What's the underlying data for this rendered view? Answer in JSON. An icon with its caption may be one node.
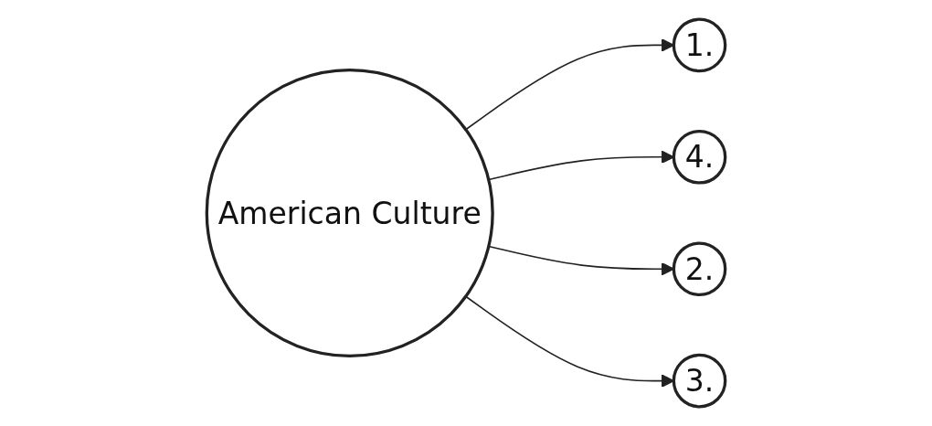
{
  "diagram": {
    "nodes": [
      {
        "text": [
          "1."
        ]
      },
      {
        "text": [
          "4."
        ]
      },
      {
        "text": [
          "American Culture"
        ]
      },
      {
        "text": [
          "2."
        ]
      },
      {
        "text": [
          "3."
        ]
      }
    ],
    "edges": [
      {
        "from": 2,
        "to": 0,
        "arrow": "to"
      },
      {
        "from": 2,
        "to": 1,
        "arrow": "to"
      },
      {
        "from": 2,
        "to": 3,
        "arrow": "to"
      },
      {
        "from": 2,
        "to": 4,
        "arrow": "to"
      }
    ]
  }
}
